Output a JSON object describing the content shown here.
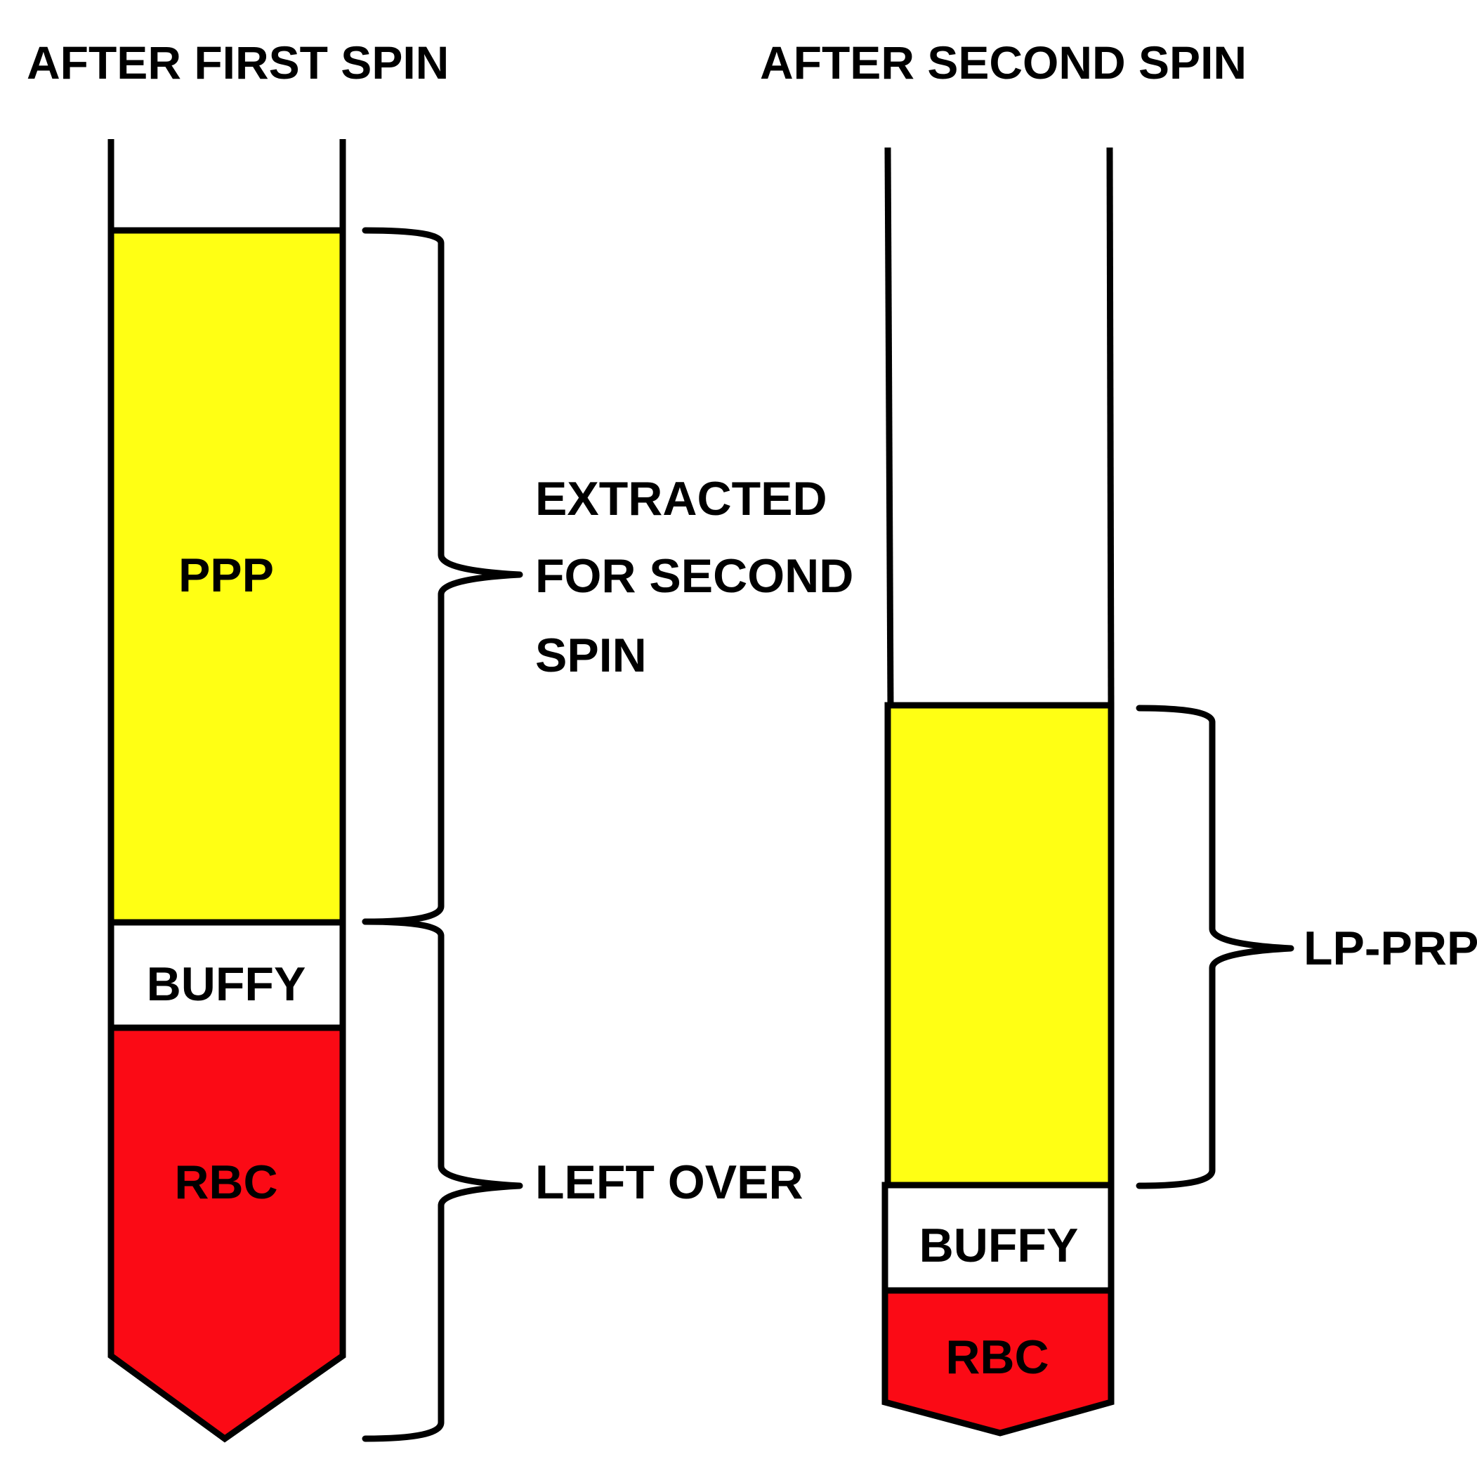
{
  "titles": {
    "first_spin": "AFTER FIRST SPIN",
    "second_spin": "AFTER SECOND SPIN"
  },
  "tube1": {
    "layers": {
      "ppp": "PPP",
      "buffy": "BUFFY",
      "rbc": "RBC"
    },
    "brackets": {
      "extracted_line1": "EXTRACTED",
      "extracted_line2": "FOR SECOND",
      "extracted_line3": "SPIN",
      "left_over": "LEFT OVER"
    }
  },
  "tube2": {
    "layers": {
      "buffy": "BUFFY",
      "rbc": "RBC"
    },
    "brackets": {
      "lp_prp": "LP-PRP"
    }
  },
  "colors": {
    "plasma": "#ffff14",
    "rbc": "#fb0a15",
    "buffy": "#ffffff",
    "outline": "#000000"
  }
}
